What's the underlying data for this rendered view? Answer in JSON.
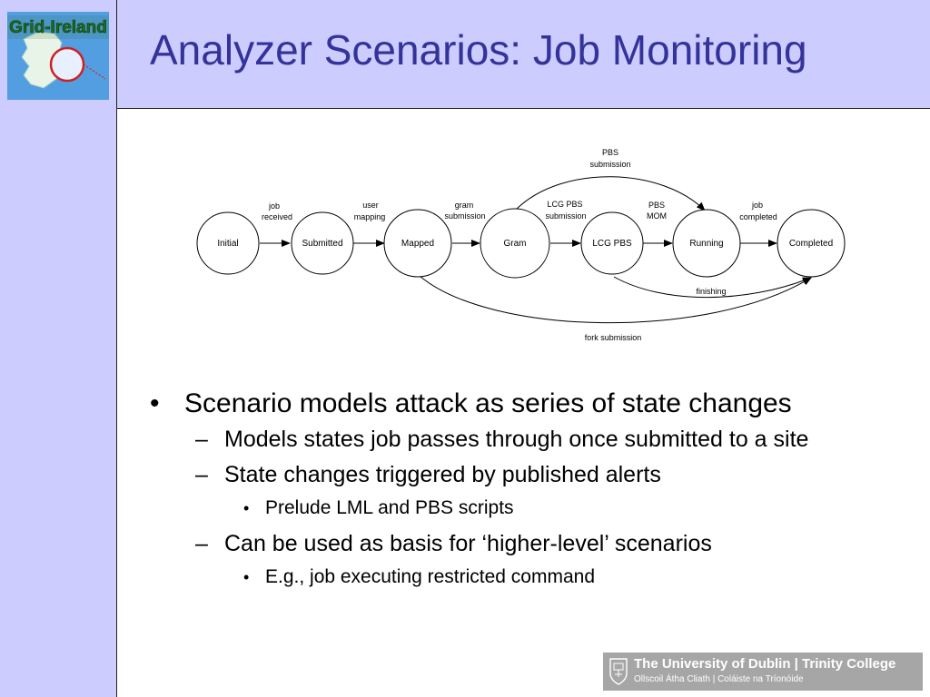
{
  "title": "Analyzer Scenarios: Job Monitoring",
  "logo": {
    "text": "Grid-Ireland"
  },
  "diagram": {
    "states": [
      "Initial",
      "Submitted",
      "Mapped",
      "Gram",
      "LCG PBS",
      "Running",
      "Completed"
    ],
    "transitions": {
      "job_received": [
        "job",
        "received"
      ],
      "user_mapping": [
        "user",
        "mapping"
      ],
      "gram_submission": [
        "gram",
        "submission"
      ],
      "lcg_pbs_submission": [
        "LCG PBS",
        "submission"
      ],
      "pbs_mom": [
        "PBS",
        "MOM"
      ],
      "job_completed": [
        "job",
        "completed"
      ],
      "pbs_submission": [
        "PBS",
        "submission"
      ],
      "finishing": "finishing",
      "fork_submission": "fork submission"
    }
  },
  "bullets": [
    {
      "level": 1,
      "marker": "•",
      "text": "Scenario models attack as series of state changes"
    },
    {
      "level": 2,
      "marker": "–",
      "text": "Models states job passes through once submitted to a site"
    },
    {
      "level": 2,
      "marker": "–",
      "text": "State changes triggered by published alerts"
    },
    {
      "level": 3,
      "marker": "•",
      "text": "Prelude LML and PBS scripts"
    },
    {
      "level": 2,
      "marker": "–",
      "text": "Can be used as basis for ‘higher-level’ scenarios"
    },
    {
      "level": 3,
      "marker": "•",
      "text": "E.g., job executing restricted command"
    }
  ],
  "footer": {
    "line1": "The University of Dublin | Trinity College",
    "line2": "Ollscoil Átha Cliath | Coláiste na Tríonóide"
  }
}
